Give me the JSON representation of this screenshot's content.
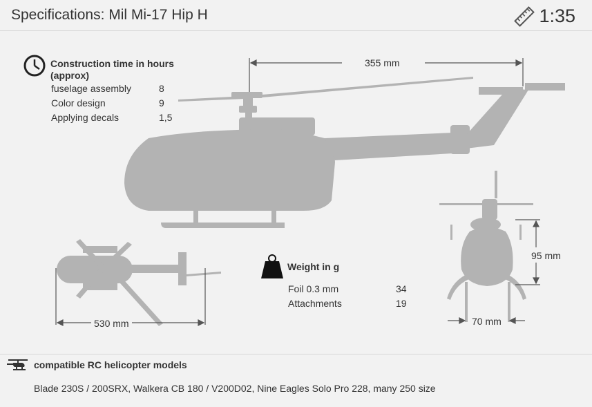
{
  "header": {
    "title": "Specifications: Mil Mi-17 Hip H",
    "scale": "1:35",
    "scale_icon": "ruler-icon"
  },
  "construction": {
    "icon": "clock-icon",
    "title_line1": "Construction time in hours",
    "title_line2": "(approx)",
    "rows": [
      {
        "label": "fuselage assembly",
        "value": "8"
      },
      {
        "label": "Color design",
        "value": "9"
      },
      {
        "label": "Applying decals",
        "value": "1,5"
      }
    ]
  },
  "weight": {
    "icon": "weight-icon",
    "title": "Weight in g",
    "rows": [
      {
        "label": "Foil 0.3 mm",
        "value": "34"
      },
      {
        "label": "Attachments",
        "value": "19"
      }
    ]
  },
  "dimensions": {
    "side_length": "355 mm",
    "top_length": "530 mm",
    "front_height": "95 mm",
    "front_width": "70 mm"
  },
  "compatible": {
    "icon": "helicopter-icon",
    "title": "compatible RC helicopter models",
    "models": "Blade 230S / 200SRX, Walkera CB 180 / V200D02, Nine Eagles Solo Pro 228, many 250 size"
  },
  "colors": {
    "background": "#f2f2f2",
    "silhouette": "#b3b3b3",
    "text": "#333333"
  }
}
